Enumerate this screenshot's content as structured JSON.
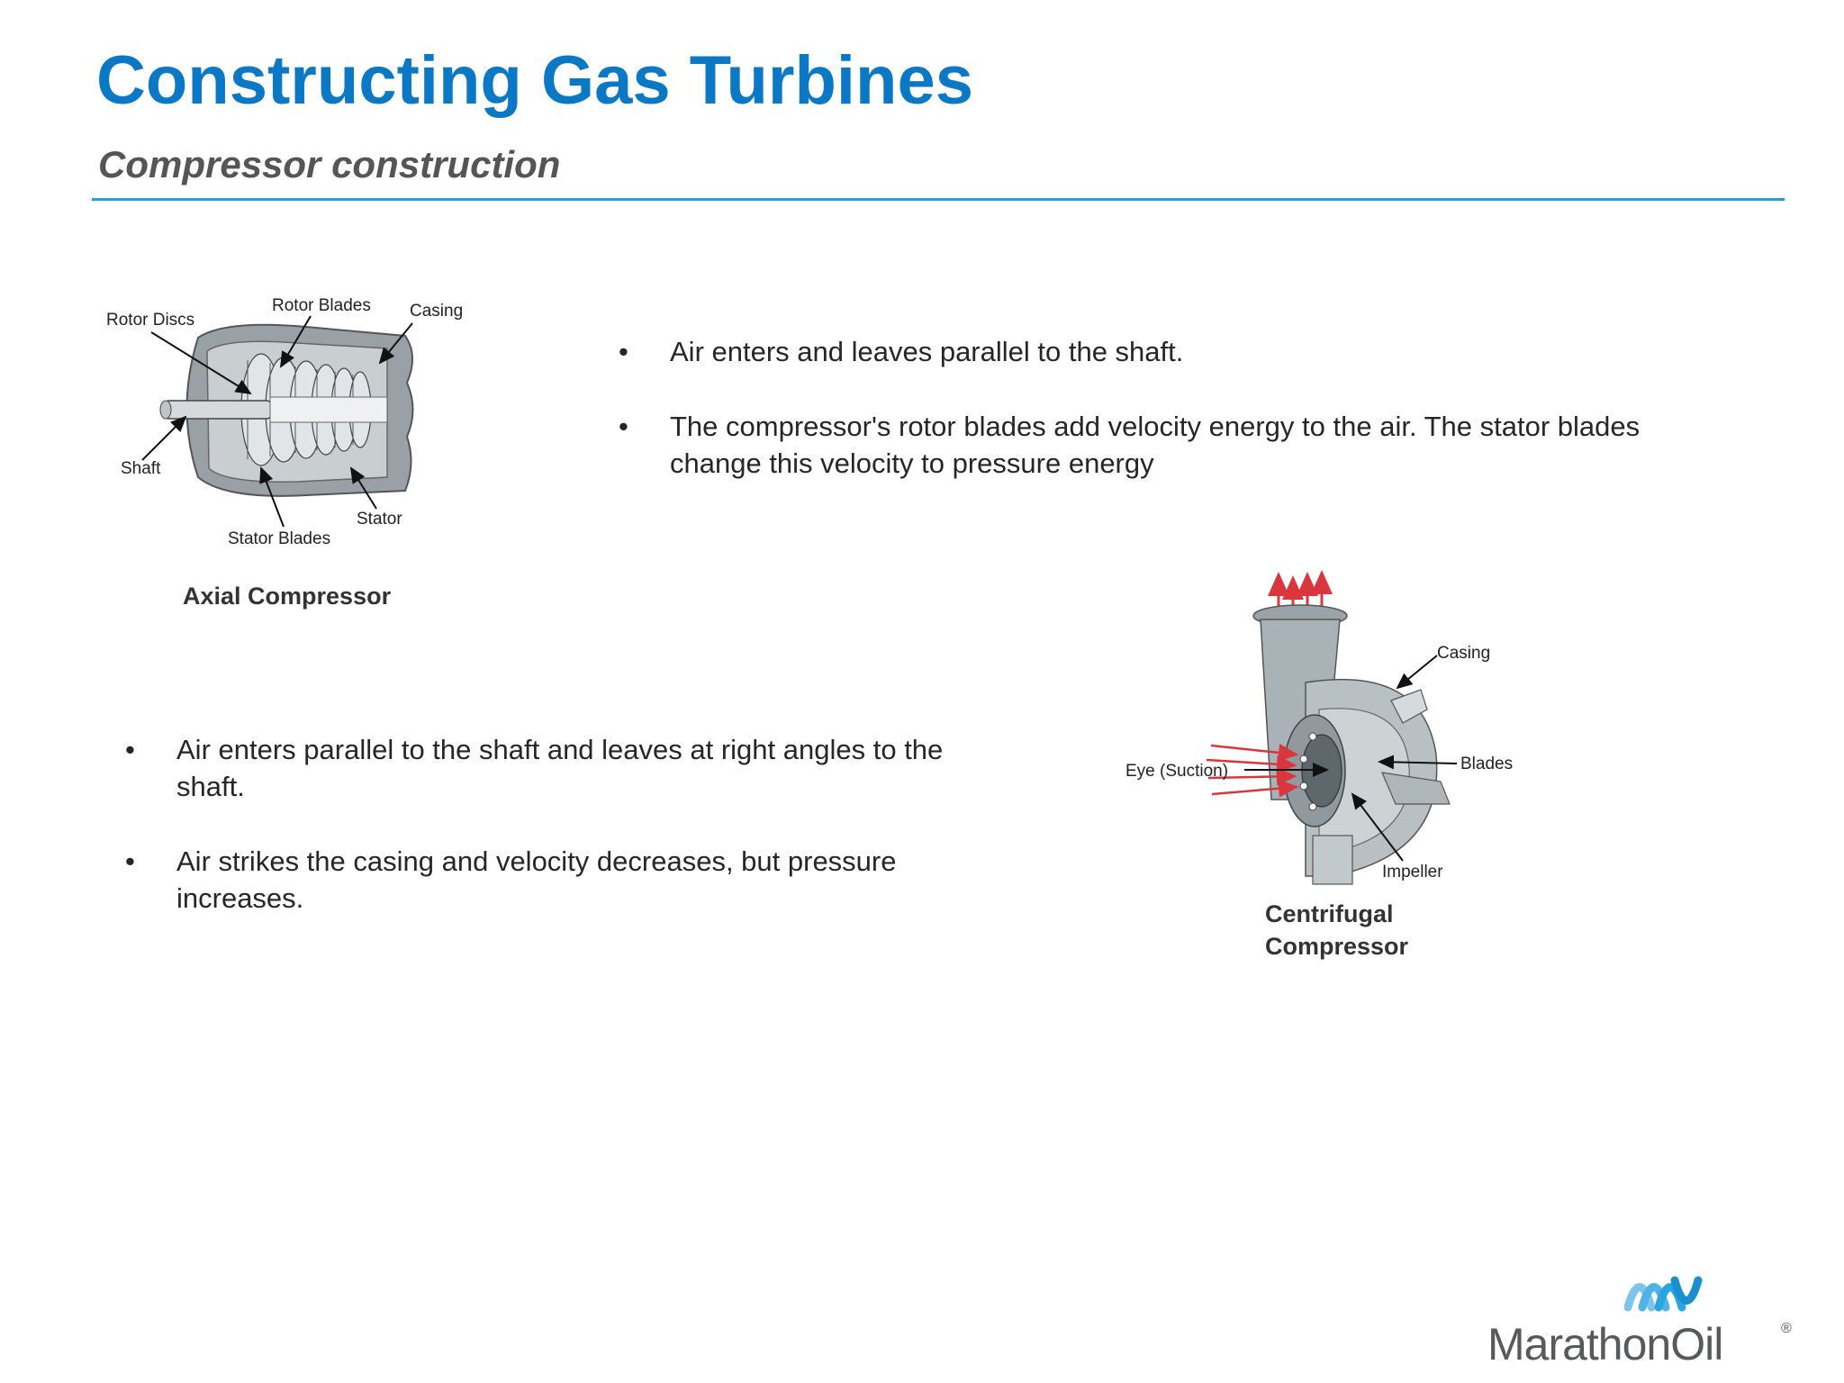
{
  "title": "Constructing Gas Turbines",
  "subtitle": "Compressor construction",
  "axial_bullets": [
    "Air enters and leaves parallel to the shaft.",
    "The compressor's rotor blades add velocity energy to the air.  The stator blades change this velocity to pressure energy"
  ],
  "centrifugal_bullets": [
    "Air enters parallel to the shaft and leaves at right angles to the shaft.",
    "Air strikes the casing and velocity decreases, but pressure increases."
  ],
  "axial_diagram": {
    "caption": "Axial Compressor",
    "labels": {
      "rotor_discs": "Rotor Discs",
      "rotor_blades": "Rotor Blades",
      "casing": "Casing",
      "shaft": "Shaft",
      "stator": "Stator",
      "stator_blades": "Stator Blades"
    }
  },
  "centrifugal_diagram": {
    "caption_line1": "Centrifugal",
    "caption_line2": "Compressor",
    "labels": {
      "casing": "Casing",
      "blades": "Blades",
      "eye": "Eye (Suction)",
      "impeller": "Impeller"
    }
  },
  "logo": {
    "text": "MarathonOil",
    "mark": "®"
  },
  "colors": {
    "title": "#0a78c4",
    "rule": "#1aa3dc",
    "logo_text": "#58595b",
    "logo_mark": "#29a6e0",
    "airflow": "#d9363e"
  }
}
